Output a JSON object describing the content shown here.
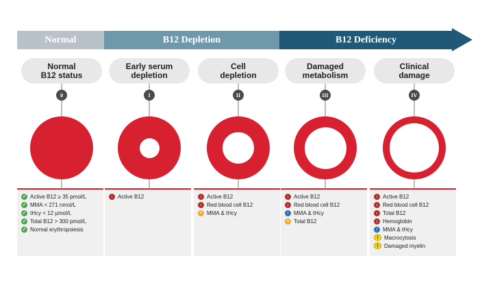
{
  "banner": {
    "normal": "Normal",
    "depletion": "B12 Depletion",
    "deficiency": "B12 Deficiency",
    "colors": {
      "normal": "#b8c2c8",
      "depletion": "#6f98ab",
      "deficiency": "#1f5977"
    }
  },
  "accent_red": "#d72030",
  "stages": [
    {
      "title1": "Normal",
      "title2": "B12 status",
      "badge": "0",
      "hole_fraction": 0,
      "items": [
        {
          "icon": "check-icon",
          "text": "Active B12 ≥ 35 pmol/L"
        },
        {
          "icon": "check-icon",
          "text": "MMA < 271 nmol/L"
        },
        {
          "icon": "check-icon",
          "text": "tHcy < 12 µmol/L"
        },
        {
          "icon": "check-icon",
          "text": "Total B12 > 300 pmol/L"
        },
        {
          "icon": "check-icon",
          "text": "Normal erythropoiesis"
        }
      ]
    },
    {
      "title1": "Early serum",
      "title2": "depletion",
      "badge": "I",
      "hole_fraction": 0.32,
      "items": [
        {
          "icon": "arrow-down-icon",
          "text": "Active B12"
        }
      ]
    },
    {
      "title1": "Cell",
      "title2": "depletion",
      "badge": "II",
      "hole_fraction": 0.5,
      "items": [
        {
          "icon": "arrow-down-icon",
          "text": "Active B12"
        },
        {
          "icon": "arrow-down-icon",
          "text": "Red blood cell B12"
        },
        {
          "icon": "equal-icon",
          "text": "MMA & tHcy"
        }
      ]
    },
    {
      "title1": "Damaged",
      "title2": "metabolism",
      "badge": "III",
      "hole_fraction": 0.66,
      "items": [
        {
          "icon": "arrow-down-icon",
          "text": "Active B12"
        },
        {
          "icon": "arrow-down-icon",
          "text": "Red blood cell B12"
        },
        {
          "icon": "arrow-up-icon",
          "text": "MMA & tHcy"
        },
        {
          "icon": "equal-icon",
          "text": "Total B12"
        }
      ]
    },
    {
      "title1": "Clinical",
      "title2": "damage",
      "badge": "IV",
      "hole_fraction": 0.78,
      "items": [
        {
          "icon": "arrow-down-icon",
          "text": "Active B12"
        },
        {
          "icon": "arrow-down-icon",
          "text": "Red blood cell B12"
        },
        {
          "icon": "arrow-down-icon",
          "text": "Total B12"
        },
        {
          "icon": "arrow-down-icon",
          "text": "Hemoglobin"
        },
        {
          "icon": "arrow-up-icon",
          "text": "MMA & tHcy"
        },
        {
          "icon": "warning-icon",
          "text": "Macrocytosis"
        },
        {
          "icon": "warning-icon",
          "text": "Damaged myelin"
        }
      ]
    }
  ]
}
